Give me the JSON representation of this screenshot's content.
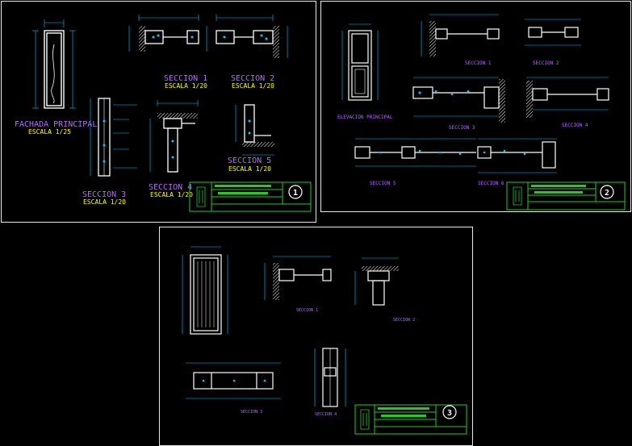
{
  "sheet1": {
    "title_main": "FACHADA PRINCIPAL",
    "scale_main": "ESCALA 1/25",
    "sec1": "SECCION 1",
    "sec1_scale": "ESCALA 1/20",
    "sec2": "SECCION 2",
    "sec2_scale": "ESCALA 1/20",
    "sec3": "SECCION 3",
    "sec3_scale": "ESCALA 1/20",
    "sec4": "SECCION 4",
    "sec4_scale": "ESCALA 1/20",
    "sec5": "SECCION 5",
    "sec5_scale": "ESCALA 1/20",
    "sheet_number": "1"
  },
  "sheet2": {
    "title_main": "ELEVACION PRINCIPAL",
    "sec1": "SECCION 1",
    "sec2": "SECCION 2",
    "sec3": "SECCION 3",
    "sec4": "SECCION 4",
    "sec5": "SECCION 5",
    "sec6": "SECCION 6",
    "sheet_number": "2"
  },
  "sheet3": {
    "sec1": "SECCION 1",
    "sec2": "SECCION 2",
    "sec3": "SECCION 3",
    "sec4": "SECCION 4",
    "sheet_number": "3"
  },
  "colors": {
    "background": "#000000",
    "border": "#e8e8e8",
    "dimension": "#00c8ff",
    "title": "#b469ff",
    "scale_yellow": "#ffff00",
    "scale_red": "#ff3030",
    "titleblock": "#28c828",
    "profile": "#ffffff"
  }
}
